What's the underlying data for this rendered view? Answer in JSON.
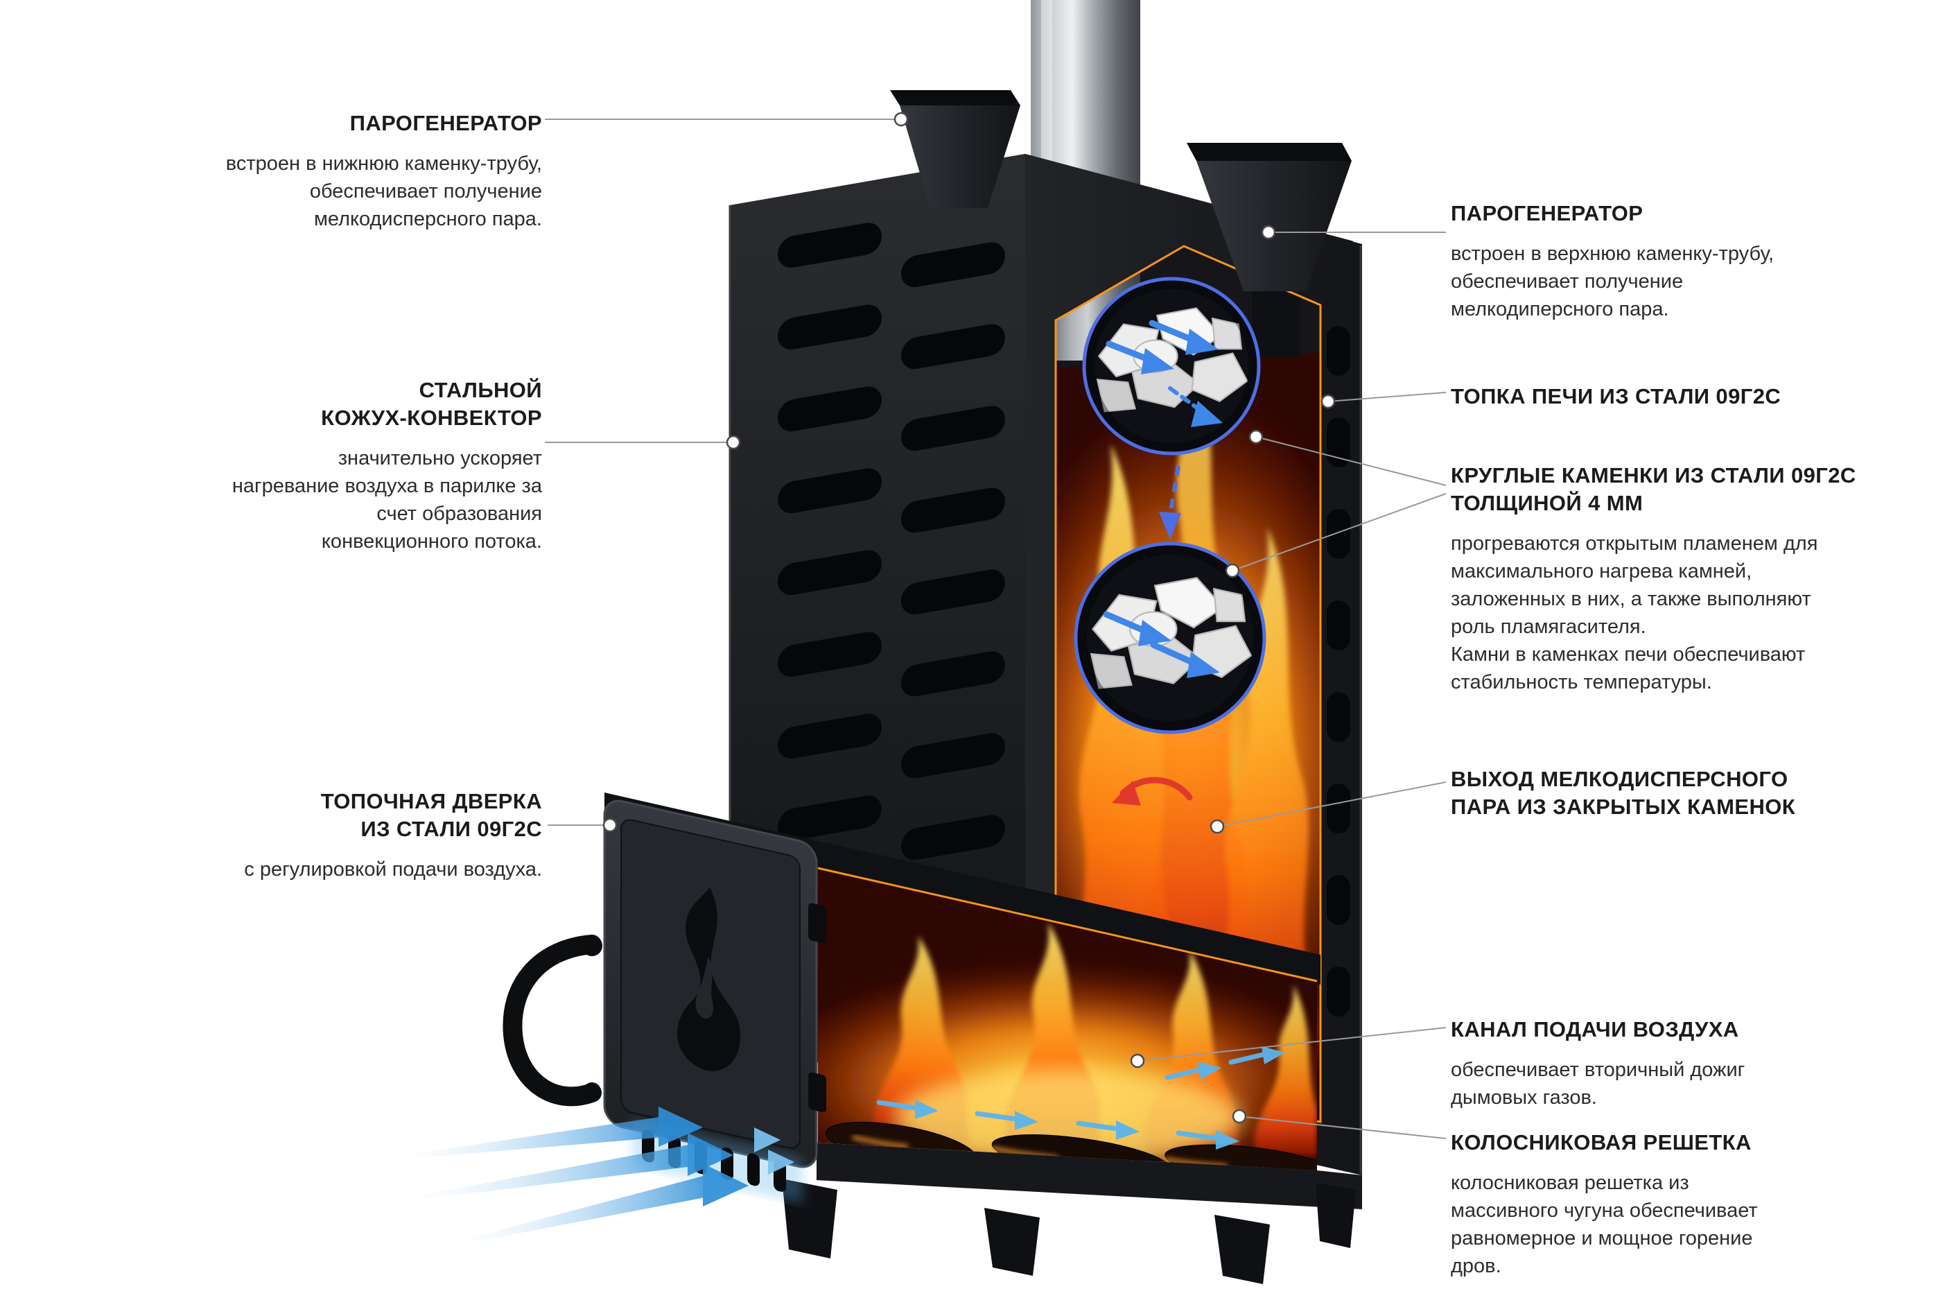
{
  "figure": {
    "kind": "sauna-stove-cutaway-infographic",
    "language": "ru"
  },
  "colors": {
    "background": "#ffffff",
    "cut_outline_orange": "#f7941d",
    "steam_blue": "#4d6fe3",
    "air_blue": "#3aa0e8",
    "flame_core": "#ffdf6b",
    "flame_deep": "#a81e04",
    "red_arrow": "#e0392b",
    "metal": "#c7ccd1",
    "body_dark": "#1c1d21",
    "text": "#222222"
  },
  "annotations": {
    "left": [
      {
        "title": "ПАРОГЕНЕРАТОР",
        "body": "встроен в нижнюю каменку-трубу,\nобеспечивает получение\nмелкодисперсного пара."
      },
      {
        "title": "СТАЛЬНОЙ\nКОЖУХ-КОНВЕКТОР",
        "body": "значительно ускоряет\nнагревание воздуха в парилке за\nсчет образования\nконвекционного потока."
      },
      {
        "title": "ТОПОЧНАЯ ДВЕРКА\nИЗ СТАЛИ 09Г2С",
        "body": "с регулировкой подачи воздуха."
      }
    ],
    "right": [
      {
        "title": "ПАРОГЕНЕРАТОР",
        "body": "встроен в верхнюю каменку-трубу,\nобеспечивает получение\nмелкодиперсного пара."
      },
      {
        "title": "ТОПКА ПЕЧИ ИЗ СТАЛИ 09Г2С",
        "body": ""
      },
      {
        "title": "КРУГЛЫЕ КАМЕНКИ ИЗ СТАЛИ 09Г2С\nТОЛЩИНОЙ 4 ММ",
        "body": "прогреваются открытым пламенем для\nмаксимального нагрева камней,\nзаложенных в них, а также выполняют\nроль пламягасителя.\nКамни в каменках печи обеспечивают\nстабильность температуры."
      },
      {
        "title": "ВЫХОД МЕЛКОДИСПЕРСНОГО\nПАРА ИЗ ЗАКРЫТЫХ КАМЕНОК",
        "body": ""
      },
      {
        "title": "КАНАЛ ПОДАЧИ ВОЗДУХА",
        "body": "обеспечивает вторичный дожиг\nдымовых газов."
      },
      {
        "title": "КОЛОСНИКОВАЯ РЕШЕТКА",
        "body": "колосниковая решетка из\nмассивного чугуна обеспечивает\nравномерное и мощное горение\nдров."
      }
    ]
  }
}
